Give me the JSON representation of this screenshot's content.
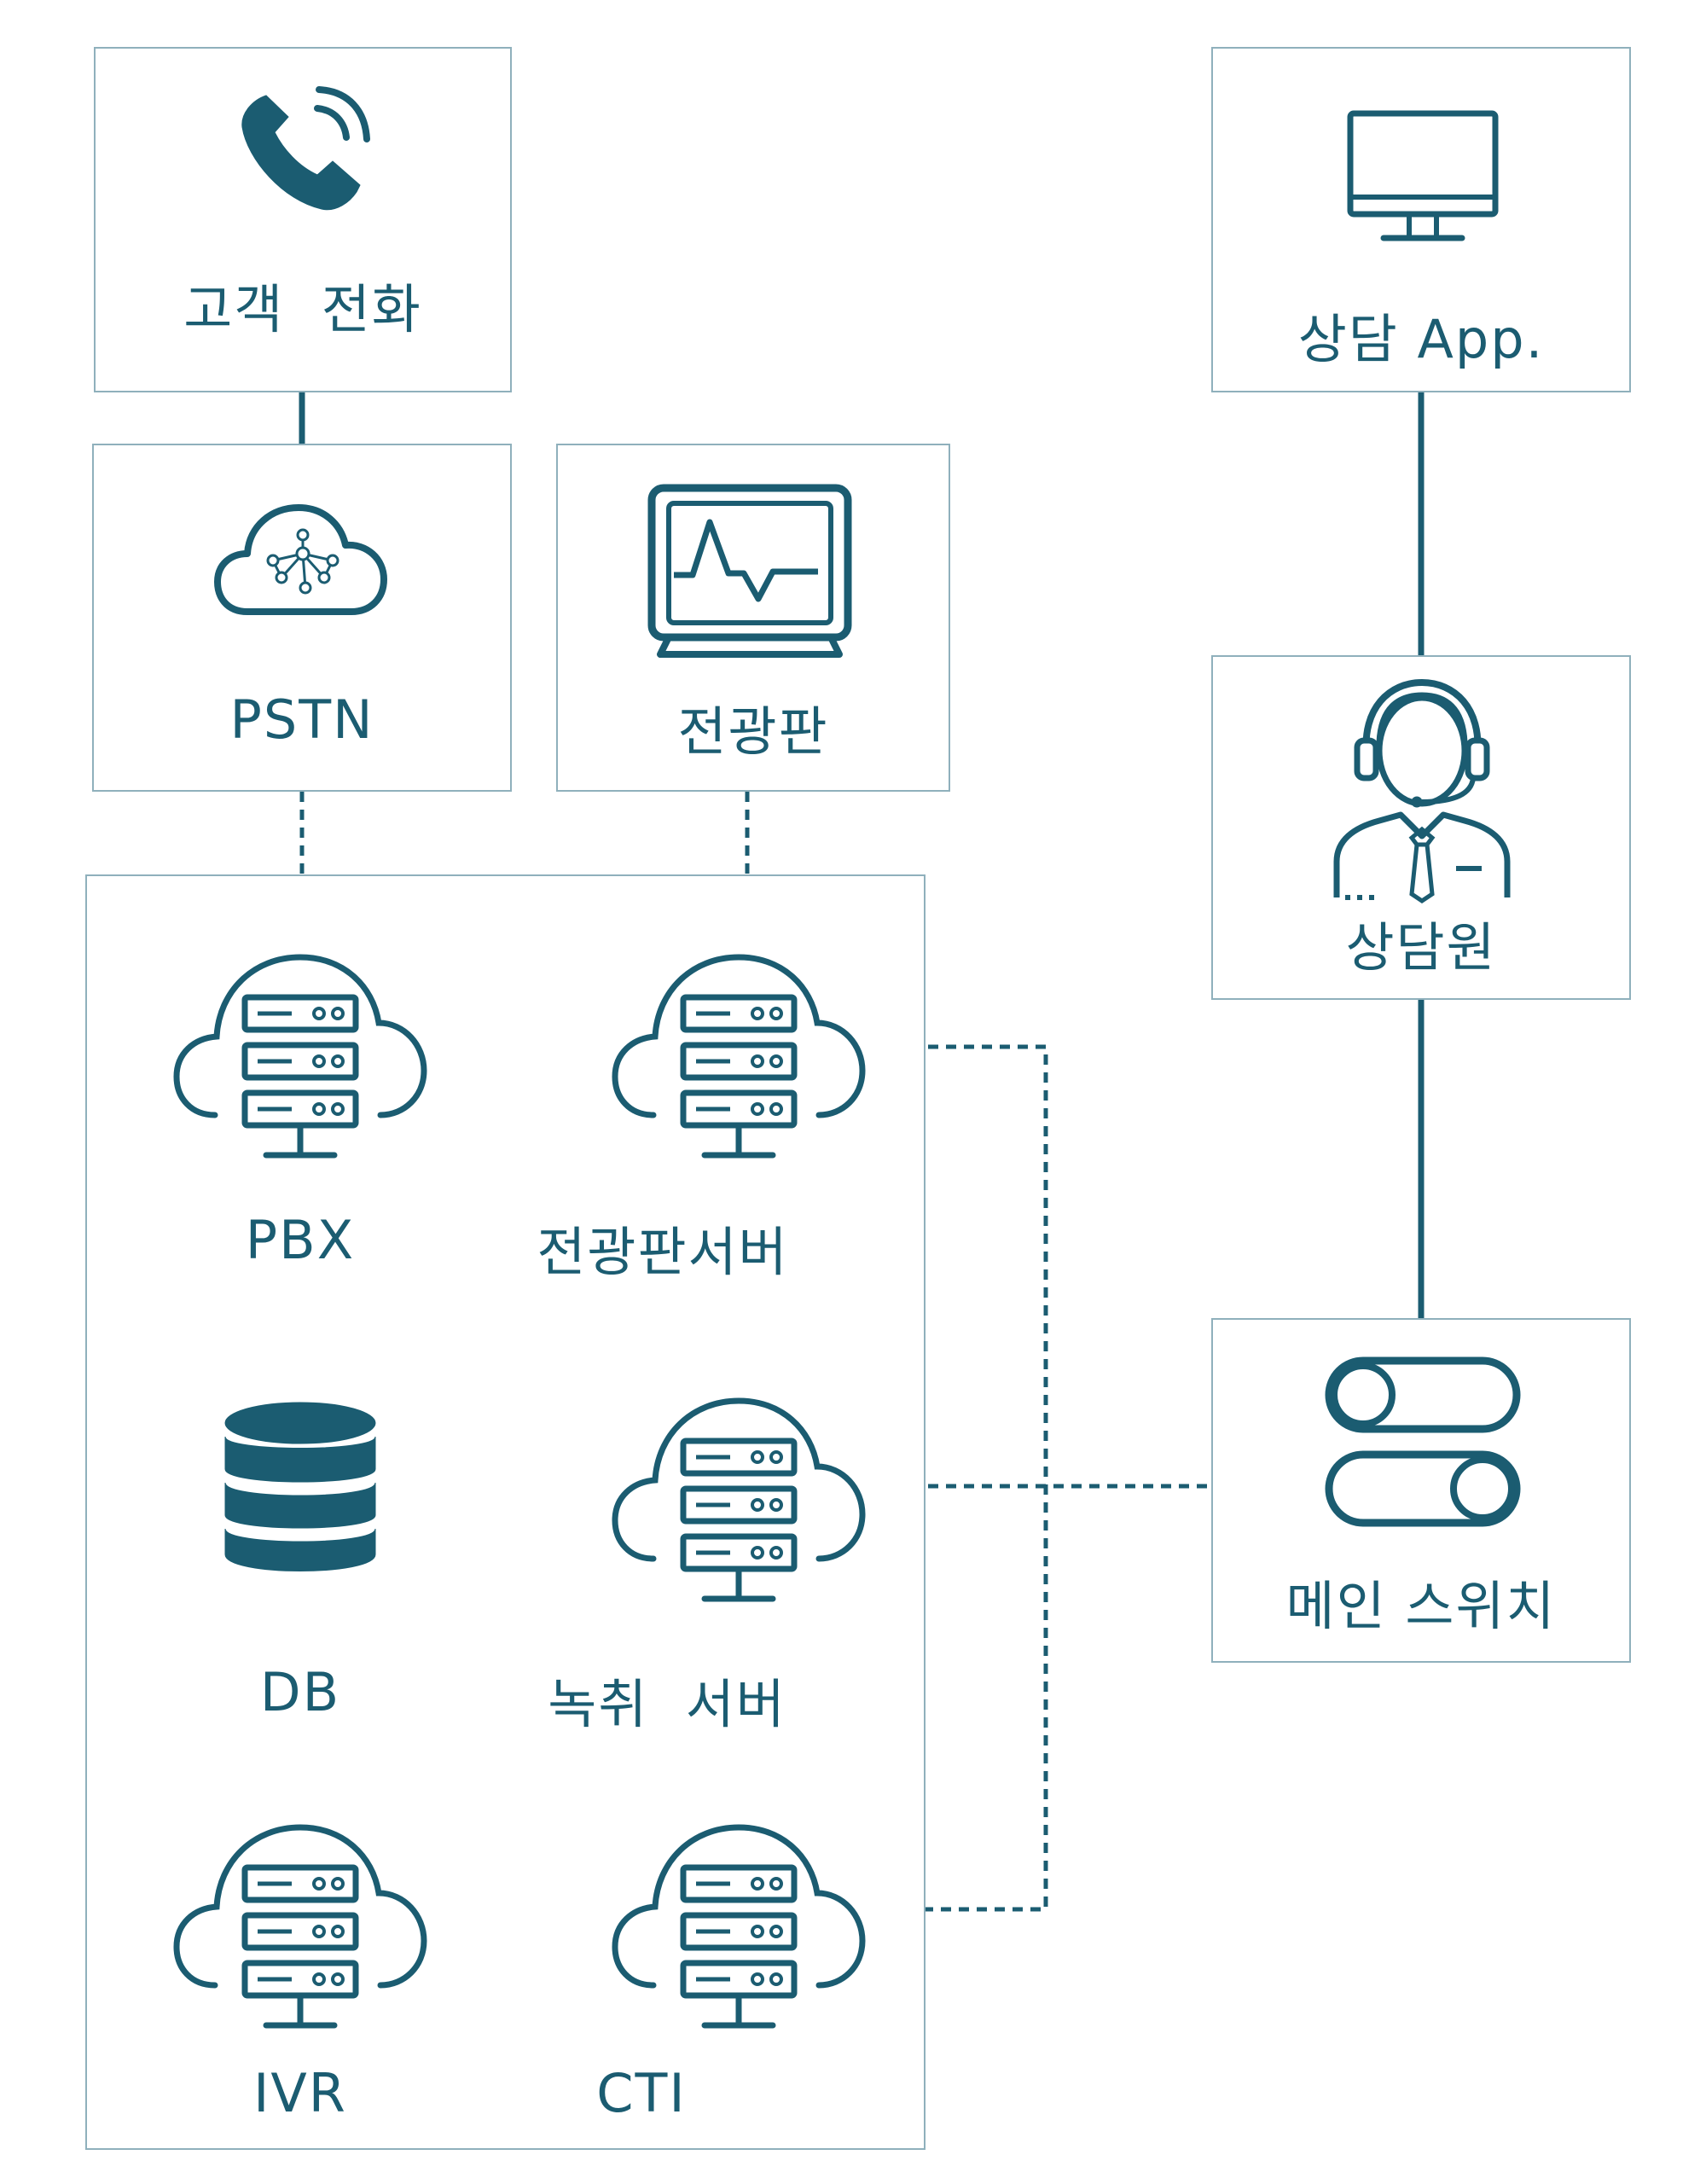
{
  "nodes": {
    "customer_phone": {
      "label": "고객  전화",
      "icon": "phone-icon"
    },
    "pstn": {
      "label": "PSTN",
      "icon": "cloud-network-icon"
    },
    "wallboard": {
      "label": "전광판",
      "icon": "monitor-pulse-icon"
    },
    "counsel_app": {
      "label": "상담 App.",
      "icon": "desktop-monitor-icon"
    },
    "agent": {
      "label": "상담원",
      "icon": "headset-agent-icon"
    },
    "main_switch": {
      "label": "메인 스위치",
      "icon": "switch-toggle-icon"
    }
  },
  "server_group": {
    "items": [
      {
        "label": "PBX",
        "icon": "cloud-server-icon"
      },
      {
        "label": "전광판서버",
        "icon": "cloud-server-icon"
      },
      {
        "label": "DB",
        "icon": "database-icon"
      },
      {
        "label": "녹취  서버",
        "icon": "cloud-server-icon"
      },
      {
        "label": "IVR",
        "icon": "cloud-server-icon"
      },
      {
        "label": "CTI",
        "icon": "cloud-server-icon"
      }
    ]
  },
  "colors": {
    "accent": "#1b5c71",
    "border": "#8fb0bc",
    "background": "#ffffff"
  }
}
